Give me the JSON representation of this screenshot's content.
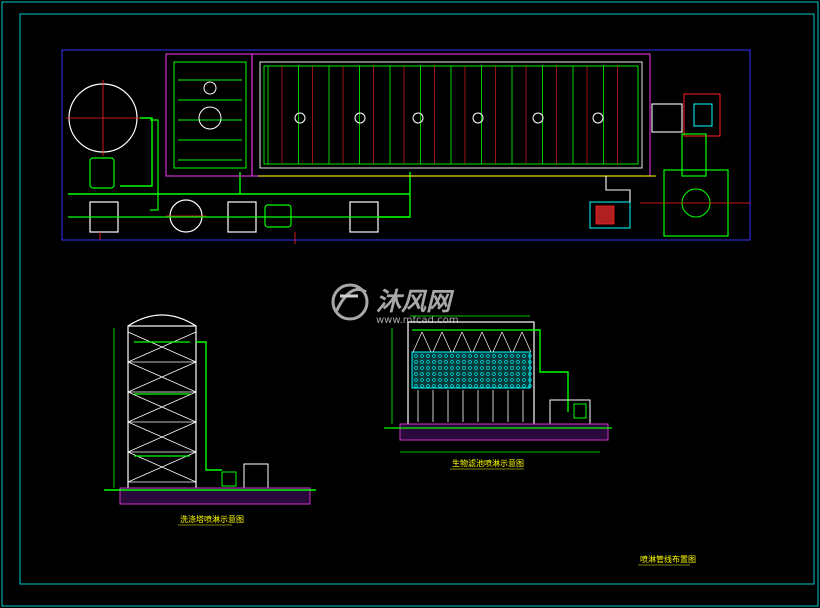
{
  "watermark": {
    "brand_cn": "沐风网",
    "brand_url": "www.mfcad.com",
    "brand_color": "#a8a8a8"
  },
  "labels": {
    "tower_caption": "洗涤塔喷淋示意图",
    "biofilter_caption": "生物滤池喷淋示意图",
    "drawing_title": "喷淋管线布置图"
  },
  "colors": {
    "background": "#000000",
    "frame": "#00c8c8",
    "plan_boundary": "#3333ff",
    "pipe_green": "#00ff00",
    "pipe_red": "#ff2020",
    "tank_white": "#ffffff",
    "structure_magenta": "#cc33cc",
    "pipe_yellow": "#ffff00",
    "media_cyan": "#00ffff"
  }
}
